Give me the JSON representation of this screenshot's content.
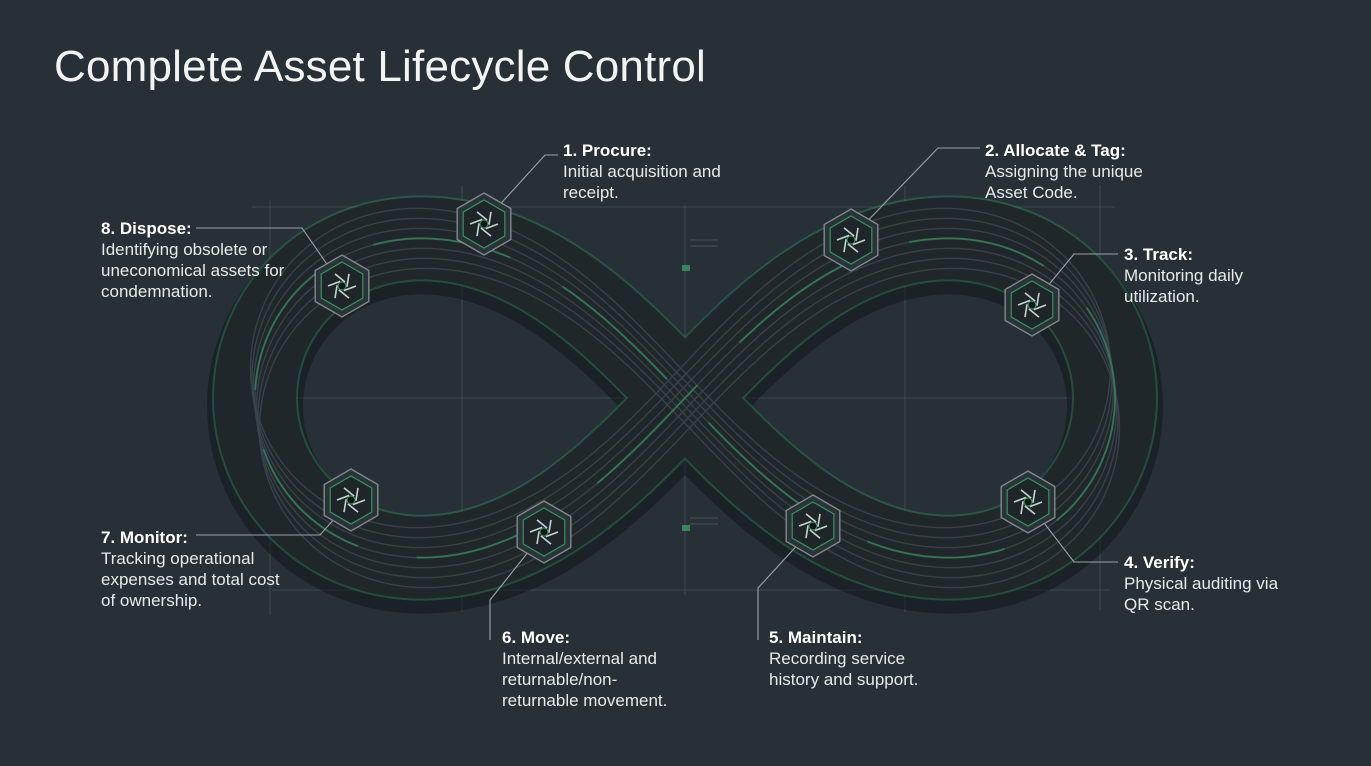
{
  "title": "Complete Asset Lifecycle Control",
  "colors": {
    "background": "#263036",
    "loop_body": "#1f272b",
    "loop_groove": "#3a454a",
    "accent": "#3f9a66",
    "guide": "#5d6a6e"
  },
  "icons": {
    "node": "hexagon-shutter-icon"
  },
  "stages": [
    {
      "title": "1. Procure:",
      "description": "Initial acquisition and receipt."
    },
    {
      "title": "2. Allocate & Tag:",
      "description": "Assigning the unique Asset Code."
    },
    {
      "title": "3. Track:",
      "description": "Monitoring daily utilization."
    },
    {
      "title": "4. Verify:",
      "description": "Physical auditing via QR scan."
    },
    {
      "title": "5. Maintain:",
      "description": "Recording service history and support."
    },
    {
      "title": "6. Move:",
      "description": "Internal/external and returnable/non-returnable movement."
    },
    {
      "title": "7. Monitor:",
      "description": "Tracking operational expenses and total cost of ownership."
    },
    {
      "title": "8. Dispose:",
      "description": "Identifying obsolete or uneconomical assets for condemnation."
    }
  ]
}
